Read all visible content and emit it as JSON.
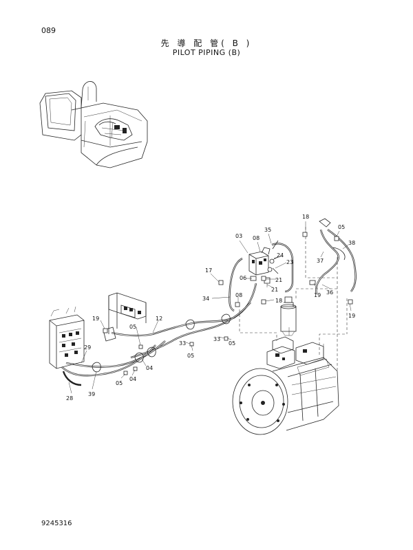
{
  "header": {
    "page_number": "089",
    "title_cn": "先 導 配 管( B )",
    "title_en": "PILOT PIPING (B)"
  },
  "footer": {
    "doc_id": "9245316"
  },
  "callouts": {
    "c18_top": "18",
    "c05_top": "05",
    "c35": "35",
    "c03": "03",
    "c08_top": "08",
    "c38": "38",
    "c24": "24",
    "c37": "37",
    "c23": "23",
    "c17": "17",
    "c06": "06",
    "c21_a": "21",
    "c21_b": "21",
    "c19_right": "19",
    "c36": "36",
    "c34": "34",
    "c08_mid": "08",
    "c18_mid": "18",
    "c19_far": "19",
    "c19_left": "19",
    "c12": "12",
    "c05_a": "05",
    "c33_a": "33",
    "c33_b": "33",
    "c05_b": "05",
    "c05_c": "05",
    "c29": "29",
    "c04_a": "04",
    "c04_b": "04",
    "c05_d": "05",
    "c28": "28",
    "c39": "39"
  }
}
